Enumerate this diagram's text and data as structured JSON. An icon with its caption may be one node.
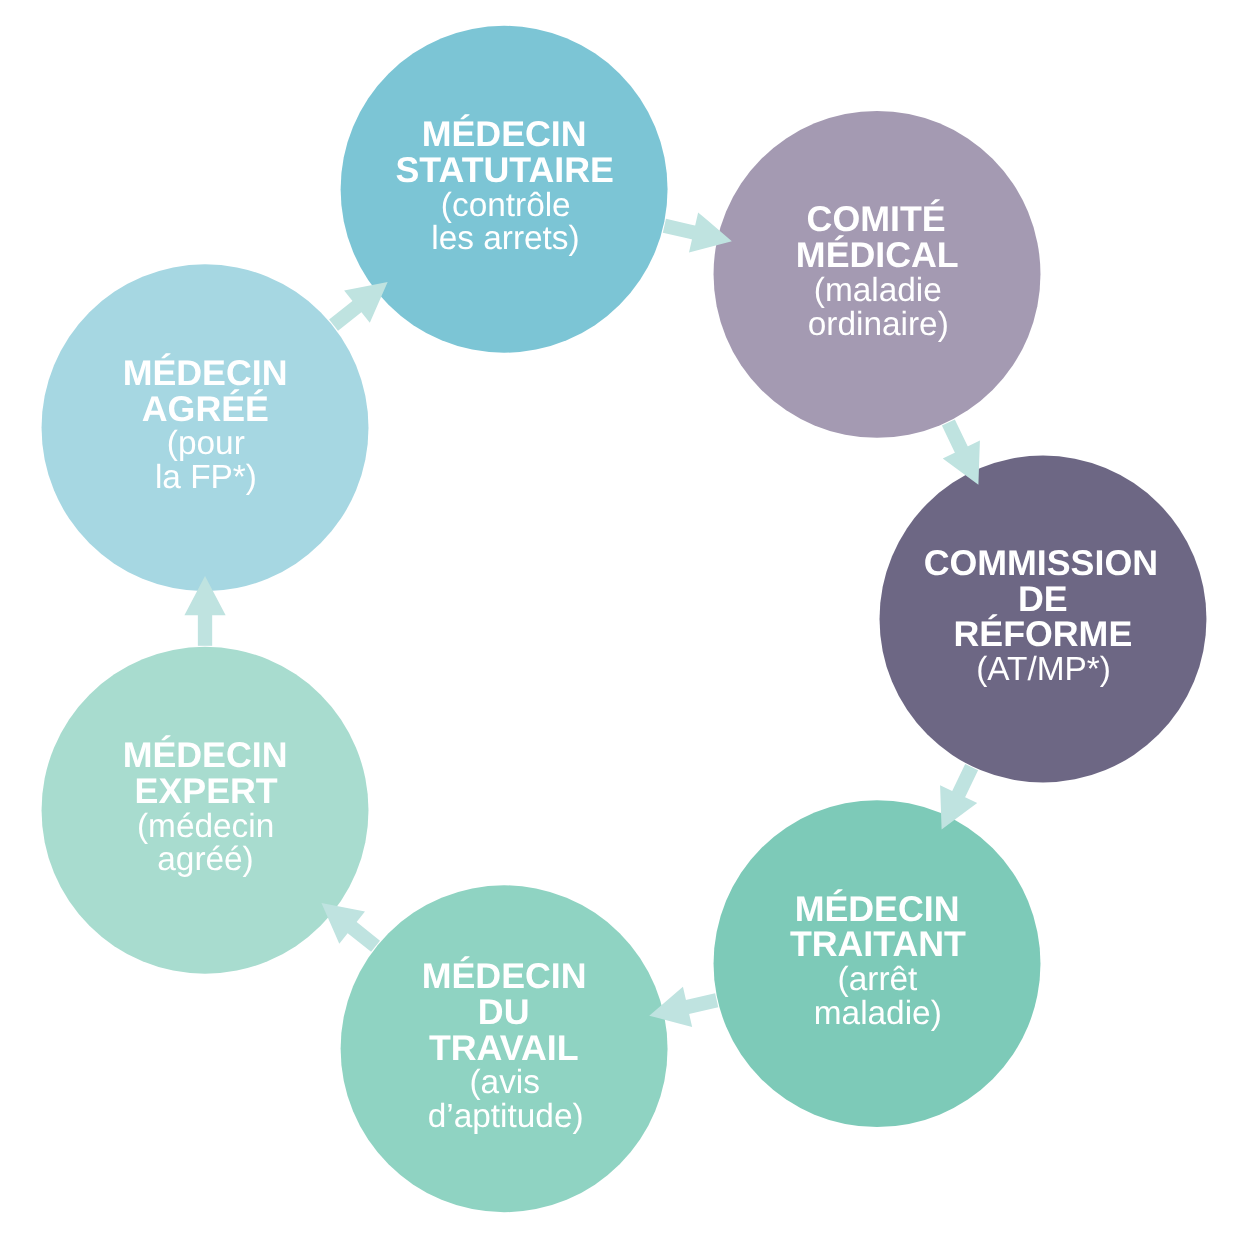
{
  "diagram": {
    "nodes": [
      {
        "text": [
          "MÉDECIN TRAITANT",
          "(arrêt maladie)"
        ]
      },
      {
        "text": [
          "MÉDECIN DU TRAVAIL",
          "(avis d’aptitude)"
        ]
      },
      {
        "text": [
          "MÉDECIN EXPERT",
          "(médecin agréé)"
        ]
      },
      {
        "text": [
          "MÉDECIN AGRÉÉ",
          "(pour la FP*)"
        ]
      },
      {
        "text": [
          "MÉDECIN STATUTAIRE",
          "(contrôle les arrets)"
        ]
      },
      {
        "text": [
          "COMITÉ MÉDICAL",
          "(maladie ordinaire)"
        ]
      },
      {
        "text": [
          "COMMISSION DE RÉFORME",
          "(AT/MP*)"
        ]
      }
    ],
    "edges": [
      {
        "from": 0,
        "to": 1,
        "arrow": "to"
      },
      {
        "from": 1,
        "to": 2,
        "arrow": "to"
      },
      {
        "from": 2,
        "to": 3,
        "arrow": "to"
      },
      {
        "from": 3,
        "to": 4,
        "arrow": "to"
      },
      {
        "from": 4,
        "to": 5,
        "arrow": "to"
      },
      {
        "from": 5,
        "to": 6,
        "arrow": "to"
      },
      {
        "from": 6,
        "to": 0,
        "arrow": "to"
      }
    ]
  }
}
